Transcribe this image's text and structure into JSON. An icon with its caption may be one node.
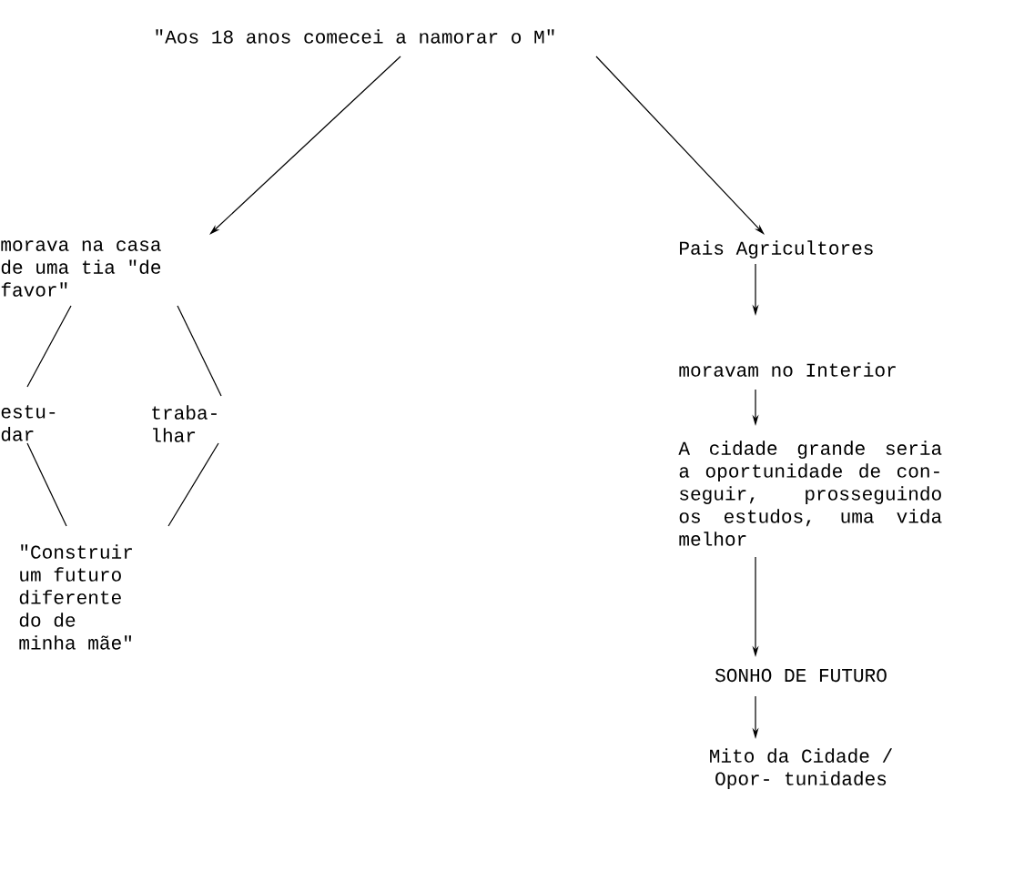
{
  "diagram": {
    "nodes": [
      {
        "text": [
          "\"Aos 18 anos comecei a namorar o M\""
        ]
      },
      {
        "text": [
          "morava na casa de uma tia \"de favor\""
        ]
      },
      {
        "text": [
          "Pais Agricultores"
        ]
      },
      {
        "text": [
          "estu- dar"
        ]
      },
      {
        "text": [
          "traba- lhar"
        ]
      },
      {
        "text": [
          "moravam no Interior"
        ]
      },
      {
        "text": [
          "\"Construir um futuro diferente do de minha mãe\""
        ]
      },
      {
        "text": [
          "A cidade grande seria a oportunidade de con- seguir, prosseguindo os estudos, uma vida melhor"
        ]
      },
      {
        "text": [
          "SONHO DE FUTURO"
        ]
      },
      {
        "text": [
          "Mito da Cidade / Opor- tunidades"
        ]
      }
    ],
    "edges": [
      {
        "from": 0,
        "to": 1,
        "arrow": "to"
      },
      {
        "from": 0,
        "to": 2,
        "arrow": "to"
      },
      {
        "from": 1,
        "to": 3,
        "arrow": "none"
      },
      {
        "from": 1,
        "to": 4,
        "arrow": "none"
      },
      {
        "from": 3,
        "to": 6,
        "arrow": "none"
      },
      {
        "from": 4,
        "to": 6,
        "arrow": "none"
      },
      {
        "from": 2,
        "to": 5,
        "arrow": "to"
      },
      {
        "from": 5,
        "to": 7,
        "arrow": "to"
      },
      {
        "from": 7,
        "to": 8,
        "arrow": "to"
      },
      {
        "from": 8,
        "to": 9,
        "arrow": "to"
      }
    ]
  }
}
